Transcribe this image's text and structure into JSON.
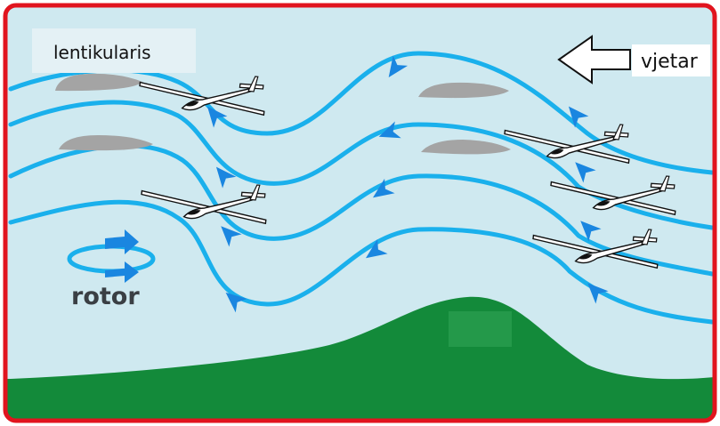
{
  "labels": {
    "lentikularis": "lentikularis",
    "wind": "vjetar",
    "rotor": "rotor"
  },
  "colors": {
    "border": "#e1141e",
    "sky": "#cfe9f0",
    "streamline": "#1ab0ec",
    "arrow": "#1a86e0",
    "hill": "#138a3a",
    "hill_patch": "#24994a",
    "cloud": "#a4a4a4",
    "label_box": "#e4f1f5",
    "glider": "#ffffff"
  },
  "icons": {
    "wind_arrow": "left-arrow-icon",
    "rotor": "circular-arrows-icon",
    "glider": "glider-icon",
    "cloud": "lenticular-cloud-icon"
  }
}
